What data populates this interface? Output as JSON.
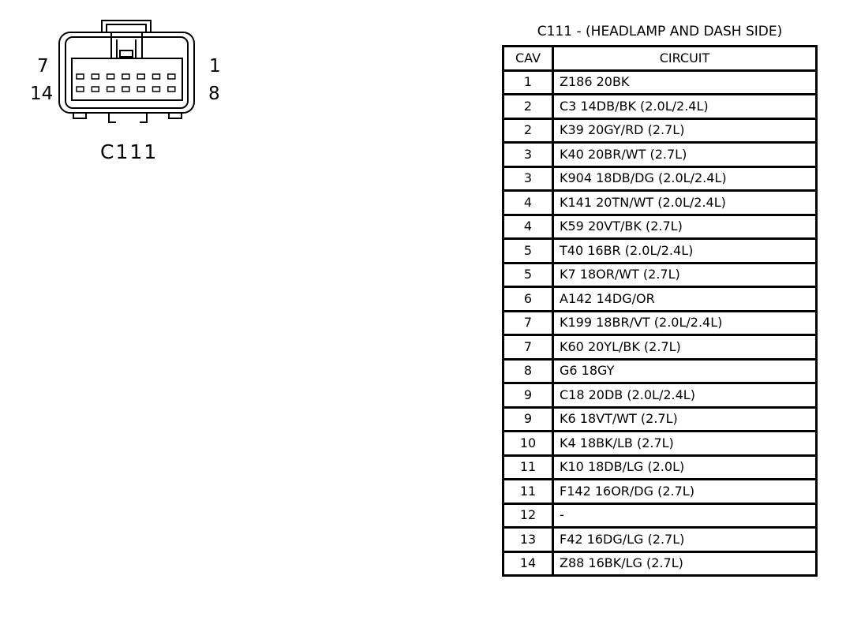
{
  "connector": {
    "pin_top_left": "7",
    "pin_top_right": "1",
    "pin_bottom_left": "14",
    "pin_bottom_right": "8",
    "name": "C111"
  },
  "table": {
    "title": "C111 - (HEADLAMP AND DASH SIDE)",
    "headers": {
      "cav": "CAV",
      "circuit": "CIRCUIT"
    },
    "rows": [
      {
        "cav": "1",
        "circuit": "Z186 20BK"
      },
      {
        "cav": "2",
        "circuit": "C3 14DB/BK (2.0L/2.4L)"
      },
      {
        "cav": "2",
        "circuit": "K39 20GY/RD (2.7L)"
      },
      {
        "cav": "3",
        "circuit": "K40 20BR/WT (2.7L)"
      },
      {
        "cav": "3",
        "circuit": "K904 18DB/DG (2.0L/2.4L)"
      },
      {
        "cav": "4",
        "circuit": "K141 20TN/WT (2.0L/2.4L)"
      },
      {
        "cav": "4",
        "circuit": "K59 20VT/BK (2.7L)"
      },
      {
        "cav": "5",
        "circuit": "T40 16BR (2.0L/2.4L)"
      },
      {
        "cav": "5",
        "circuit": "K7 18OR/WT (2.7L)"
      },
      {
        "cav": "6",
        "circuit": "A142 14DG/OR"
      },
      {
        "cav": "7",
        "circuit": "K199 18BR/VT (2.0L/2.4L)"
      },
      {
        "cav": "7",
        "circuit": "K60 20YL/BK (2.7L)"
      },
      {
        "cav": "8",
        "circuit": "G6 18GY"
      },
      {
        "cav": "9",
        "circuit": "C18 20DB (2.0L/2.4L)"
      },
      {
        "cav": "9",
        "circuit": "K6 18VT/WT (2.7L)"
      },
      {
        "cav": "10",
        "circuit": "K4 18BK/LB (2.7L)"
      },
      {
        "cav": "11",
        "circuit": "K10 18DB/LG (2.0L)"
      },
      {
        "cav": "11",
        "circuit": "F142 16OR/DG (2.7L)"
      },
      {
        "cav": "12",
        "circuit": "-"
      },
      {
        "cav": "13",
        "circuit": "F42 16DG/LG (2.7L)"
      },
      {
        "cav": "14",
        "circuit": "Z88 16BK/LG (2.7L)"
      }
    ]
  }
}
